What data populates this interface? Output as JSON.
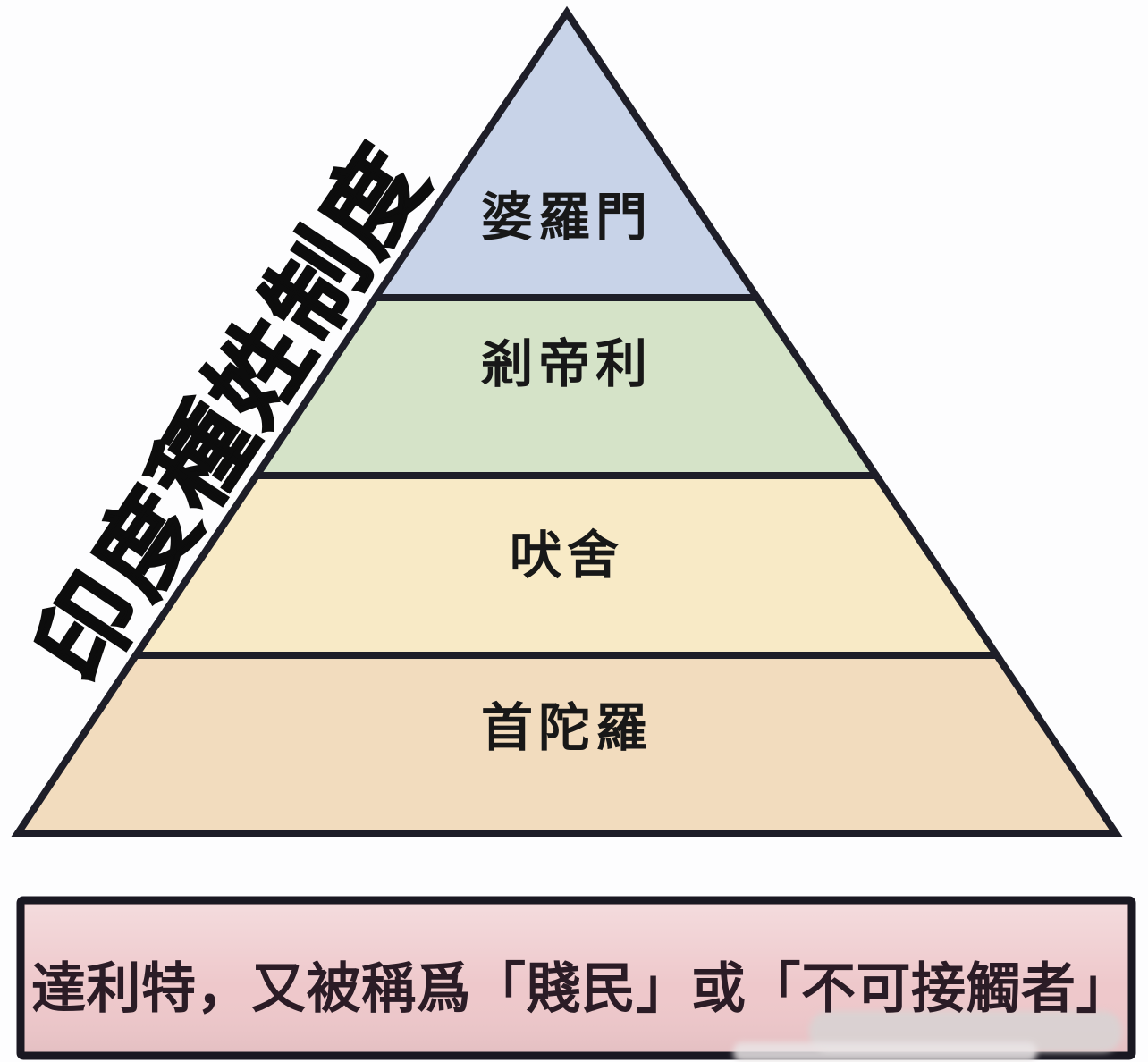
{
  "title": {
    "text": "印度種姓制度",
    "color": "#0d0d0d"
  },
  "pyramid": {
    "outline_color": "#1e1e28",
    "levels": [
      {
        "rank": 1,
        "label": "婆羅門",
        "color": "#c8d3e8"
      },
      {
        "rank": 2,
        "label": "剎帝利",
        "color": "#d5e3c8"
      },
      {
        "rank": 3,
        "label": "吠舍",
        "color": "#f8eac6"
      },
      {
        "rank": 4,
        "label": "首陀羅",
        "color": "#f2dcbe"
      }
    ]
  },
  "footnote": {
    "text": "達利特，又被稱爲「賤民」或「不可接觸者」",
    "fill_color": "#eec8cb",
    "border_color": "#1a1822",
    "text_color": "#2b1c26"
  },
  "watermark": {
    "patch_color": "#d9d3d3",
    "patch_color_light": "#eae5e6"
  },
  "background_color": "#fdfdfe"
}
